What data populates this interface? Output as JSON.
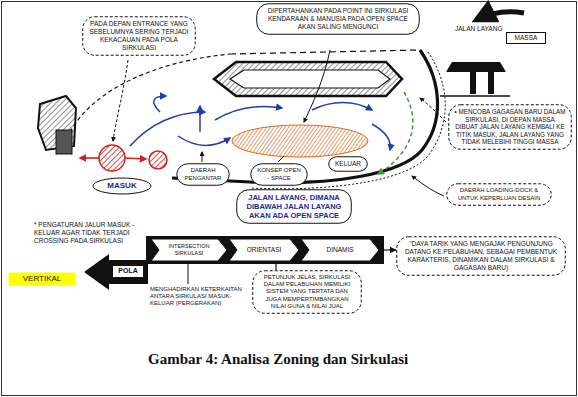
{
  "diagram": {
    "caption": "Gambar 4: Analisa Zoning dan Sirkulasi",
    "nodes": [
      {
        "text": [
          "PADA DEPAN ENTRANCE YANG SEBELUMNYA SERING TERJADI KEKACAUAN PADA POLA SIRKULASI"
        ]
      },
      {
        "text": [
          "DIPERTAHANKAN PADA POINT INI SIRKULASI KENDARAAN & MANUSIA PADA OPEN SPACE AKAN SALING MENGUNCI"
        ]
      },
      {
        "text": [
          "MASSA"
        ]
      },
      {
        "text": [
          "• MENCOBA GAGASAN BARU DALAM SIRKULASI, DI DEPAN MASSA DIBUAT JALAN LAYANG KEMBALI KE TITIK MASUK, JALAN LAYANG YANG TIDAK MELEBIHI TINGGI MASSA"
        ]
      },
      {
        "text": [
          "MASUK"
        ]
      },
      {
        "text": [
          "DAERAH PENGANTAR"
        ]
      },
      {
        "text": [
          "KONSEP OPEN - SPACE"
        ]
      },
      {
        "text": [
          "KELUAR"
        ]
      },
      {
        "text": [
          "JALAN LAYANG, DIMANA DIBAWAH JALAN LAYANG AKAN ADA OPEN SPACE"
        ]
      },
      {
        "text": [
          "DAERAH LOADING-DOCK & UNTUK KEPERLUAN DESAIN"
        ]
      },
      {
        "text": [
          "POLA"
        ]
      },
      {
        "text": [
          "VERTIKAL"
        ]
      },
      {
        "text": [
          "INTERSECTION SIRKULASI"
        ]
      },
      {
        "text": [
          "ORIENTASI"
        ]
      },
      {
        "text": [
          "DINAMIS"
        ]
      },
      {
        "text": [
          "PETUNJUK JELAS, SIRKULASI DALAM PELABUHAN MEMILIKI SISTEM YANG TERTATA DAN JUGA MEMPERTIMBANGKAN NILAI GUNA & NILAI JUAL"
        ]
      },
      {
        "text": [
          "\"DAYA TARIK YANG MENGAJAK PENGUNJUNG DATANG KE PELABUHAN, SEBAGAI PEMBENTUK KARAKTERIS, DINAMIKAN DALAM SIRKULASI & GAGASAN BARU)"
        ]
      }
    ],
    "edges": [
      {
        "from": 13,
        "to": 15,
        "arrow": "none"
      },
      {
        "from": 14,
        "to": 16,
        "arrow": "to"
      }
    ],
    "labels": [
      "JALAN LAYANG",
      "* PENGATURAN JALUR MASUK - KELUAR AGAR TIDAK TERJADI CROSSING PADA SIRKULASI",
      "MENGHADIRKAN KETERKAITAN ANTARA SIRKULASI MASUK-KELUAR (PERGERAKAN)"
    ]
  }
}
